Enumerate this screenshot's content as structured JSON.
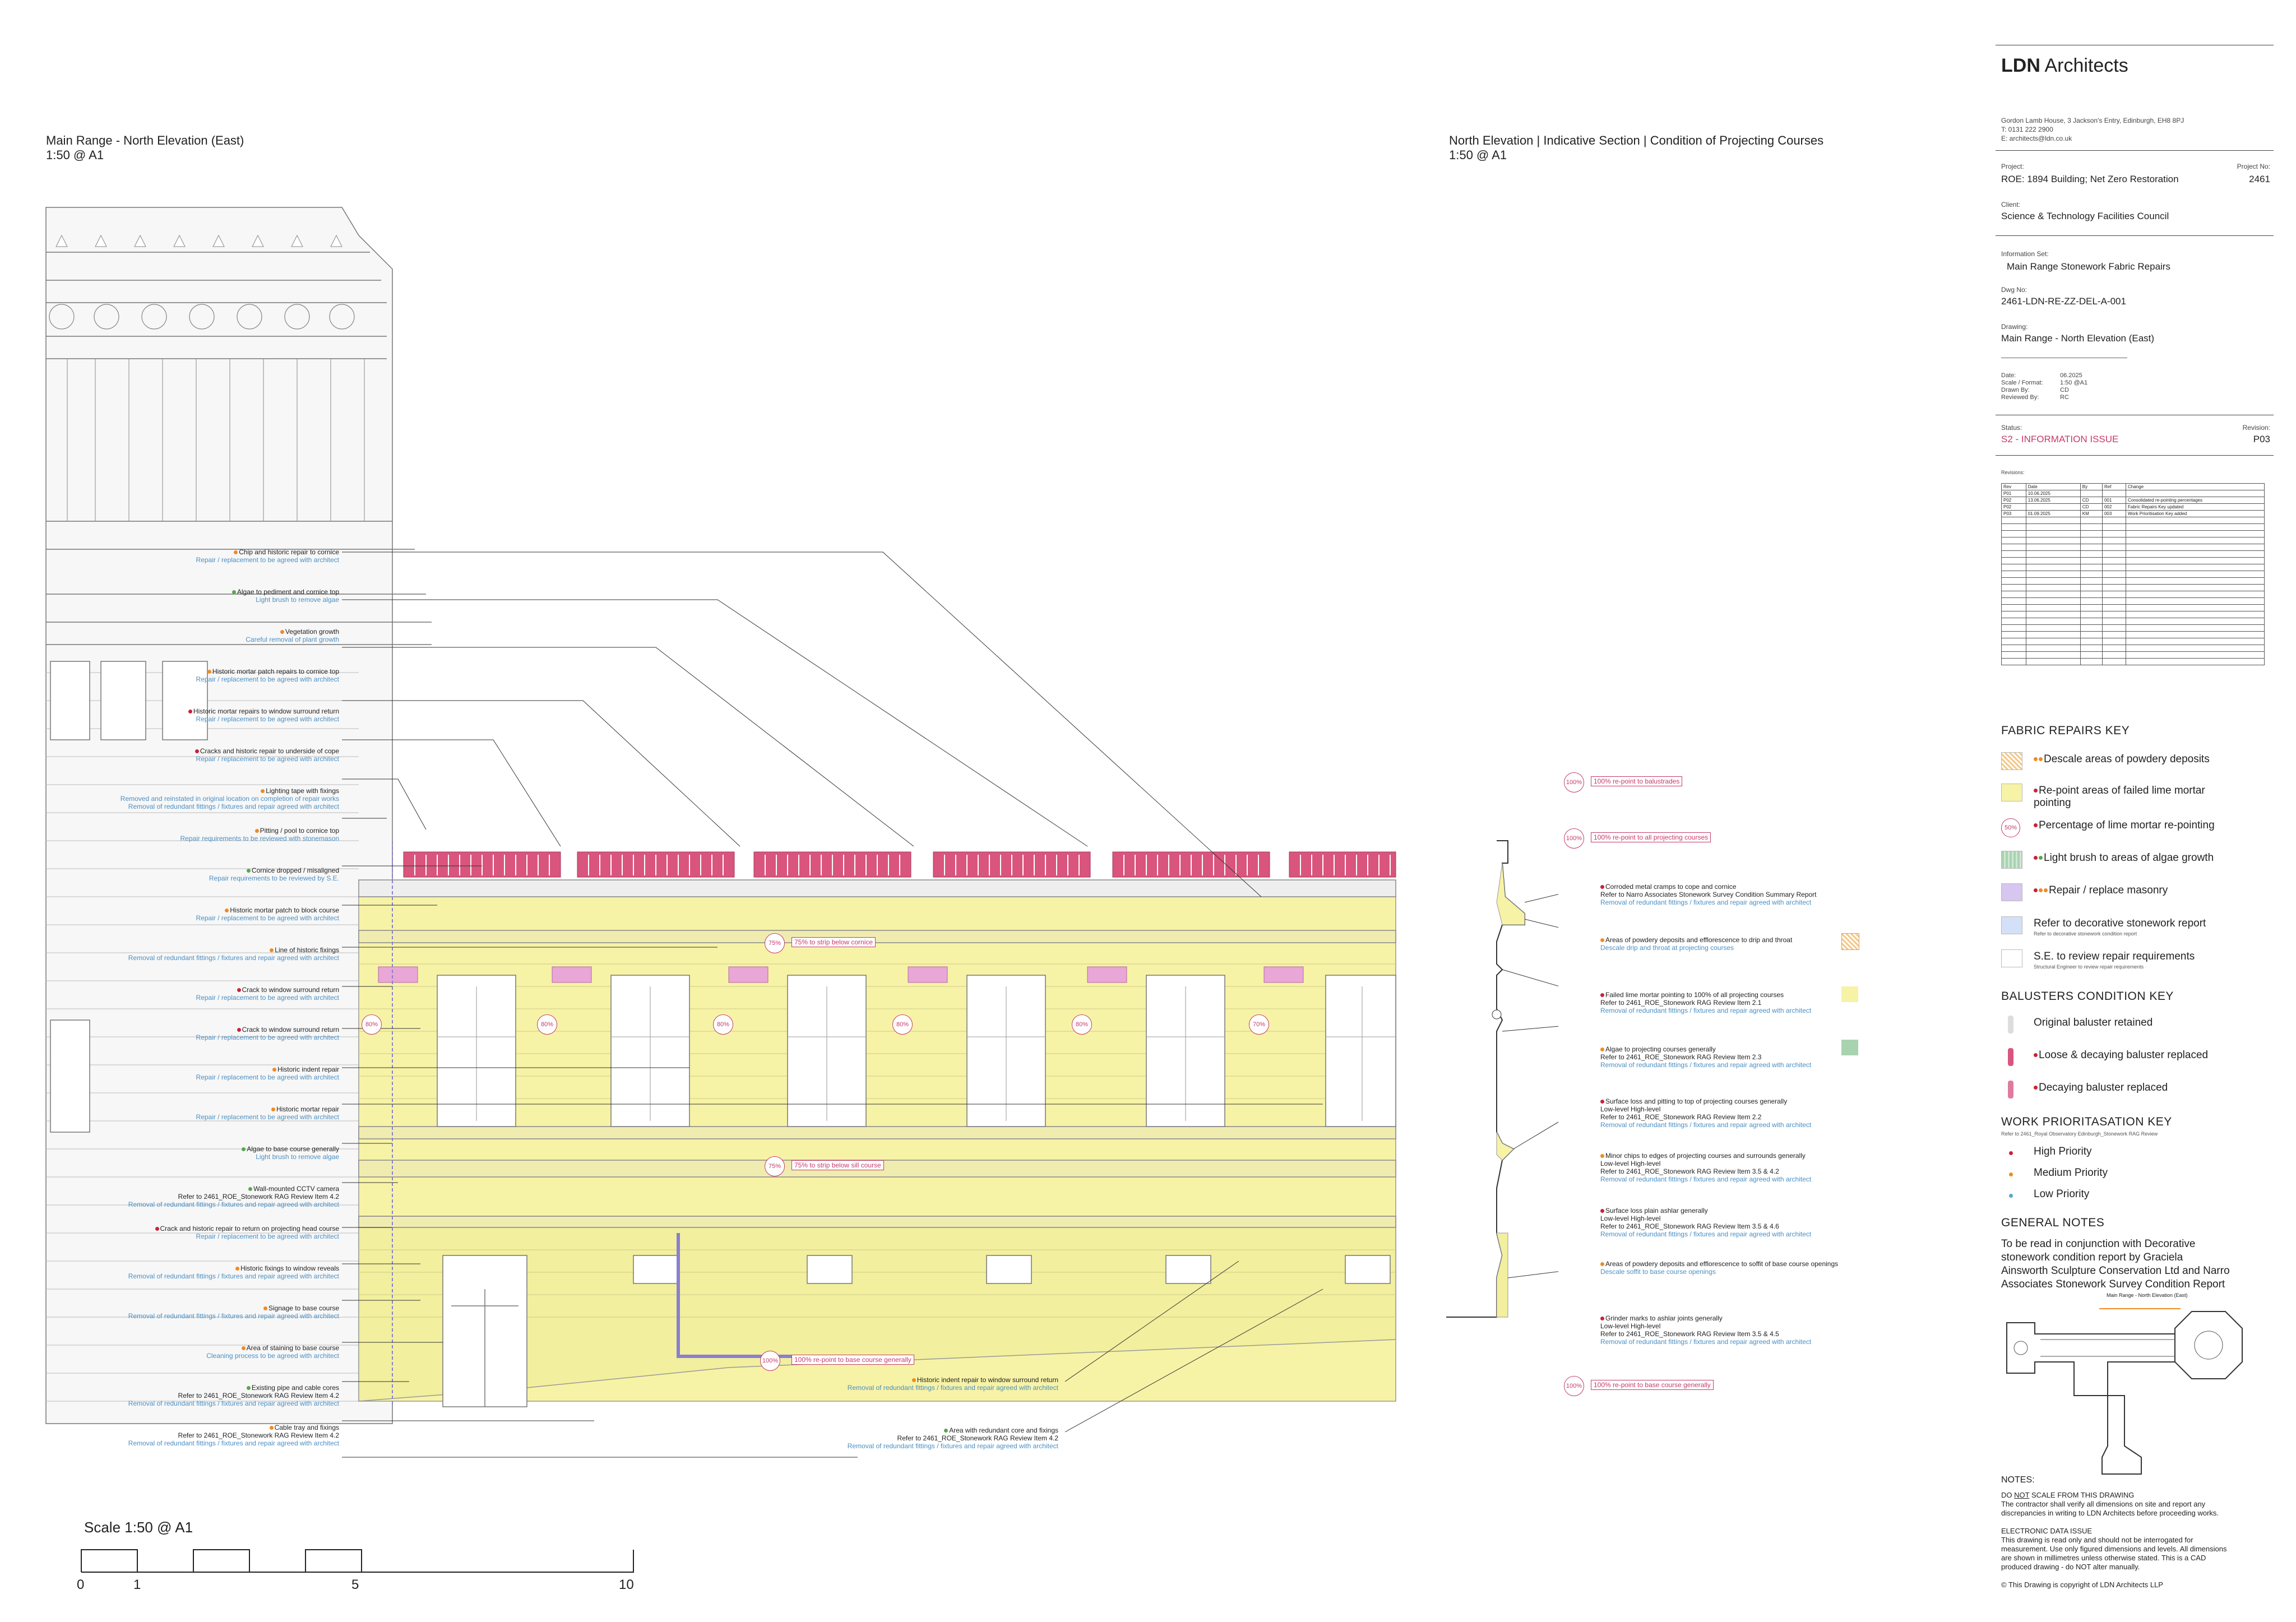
{
  "left_view": {
    "title": "Main Range - North Elevation (East)",
    "scale": "1:50 @ A1"
  },
  "right_view": {
    "title": "North Elevation | Indicative Section | Condition of Projecting Courses",
    "scale": "1:50 @ A1"
  },
  "scale_bar": {
    "label": "Scale 1:50 @ A1",
    "ticks": [
      "0",
      "1",
      "5",
      "10"
    ]
  },
  "elevation_annotations": [
    {
      "issue": "Chip and historic repair to cornice",
      "action": "Repair / replacement to be agreed with architect",
      "priority": "orange"
    },
    {
      "issue": "Algae to pediment and cornice top",
      "action": "Light brush to remove algae",
      "priority": "green"
    },
    {
      "issue": "Vegetation growth",
      "action": "Careful removal of plant growth",
      "priority": "orange"
    },
    {
      "issue": "Historic mortar patch repairs to cornice top",
      "action": "Repair / replacement to be agreed with architect",
      "priority": "orange"
    },
    {
      "issue": "Historic mortar repairs to window surround return",
      "action": "Repair / replacement to be agreed with architect",
      "priority": "red"
    },
    {
      "issue": "Cracks and historic repair to underside of cope",
      "action": "Repair / replacement to be agreed with architect",
      "priority": "red"
    },
    {
      "issue": "Lighting tape with fixings",
      "action": "Removed and reinstated in original location on completion of repair works",
      "action2": "Removal of redundant fittings / fixtures and repair agreed with architect",
      "priority": "orange"
    },
    {
      "issue": "Pitting / pool to cornice top",
      "action": "Repair requirements to be reviewed with stonemason",
      "priority": "orange"
    },
    {
      "issue": "Cornice dropped / misaligned",
      "action": "Repair requirements to be reviewed by S.E.",
      "priority": "green"
    },
    {
      "issue": "Historic mortar patch to block course",
      "action": "Repair / replacement to be agreed with architect",
      "priority": "orange"
    },
    {
      "issue": "Line of historic fixings",
      "action": "Removal of redundant fittings / fixtures and repair agreed with architect",
      "priority": "orange"
    },
    {
      "issue": "Crack to window surround return",
      "action": "Repair / replacement to be agreed with architect",
      "priority": "red"
    },
    {
      "issue": "Crack to window surround return",
      "action": "Repair / replacement to be agreed with architect",
      "priority": "red"
    },
    {
      "issue": "Historic indent repair",
      "action": "Repair / replacement to be agreed with architect",
      "priority": "orange"
    },
    {
      "issue": "Historic mortar repair",
      "action": "Repair / replacement to be agreed with architect",
      "priority": "orange"
    },
    {
      "issue": "Algae to base course generally",
      "action": "Light brush to remove algae",
      "priority": "green"
    },
    {
      "issue": "Wall-mounted CCTV camera",
      "action": "Refer to 2461_ROE_Stonework RAG Review Item 4.2",
      "action2": "Removal of redundant fittings / fixtures and repair agreed with architect",
      "priority": "green"
    },
    {
      "issue": "Crack and historic repair to return on projecting head course",
      "action": "Repair / replacement to be agreed with architect",
      "priority": "red"
    },
    {
      "issue": "Historic fixings to window reveals",
      "action": "Removal of redundant fittings / fixtures and repair agreed with architect",
      "priority": "orange"
    },
    {
      "issue": "Signage to base course",
      "action": "Removal of redundant fittings / fixtures and repair agreed with architect",
      "priority": "orange"
    },
    {
      "issue": "Area of staining to base course",
      "action": "Cleaning process to be agreed with architect",
      "priority": "orange"
    },
    {
      "issue": "Existing pipe and cable cores",
      "action": "Refer to 2461_ROE_Stonework RAG Review Item 4.2",
      "action2": "Removal of redundant fittings / fixtures and repair agreed with architect",
      "priority": "green"
    },
    {
      "issue": "Cable tray and fixings",
      "action": "Refer to 2461_ROE_Stonework RAG Review Item 4.2",
      "action2": "Removal of redundant fittings / fixtures and repair agreed with architect",
      "priority": "orange"
    }
  ],
  "bottom_annotations": [
    {
      "issue": "Historic indent repair to window surround return",
      "action": "Removal of redundant fittings / fixtures and repair agreed with architect",
      "priority": "orange"
    },
    {
      "issue": "Area with redundant core and fixings",
      "action": "Refer to 2461_ROE_Stonework RAG Review Item 4.2",
      "action2": "Removal of redundant fittings / fixtures and repair agreed with architect",
      "priority": "green"
    }
  ],
  "elevation_percent_markers": [
    {
      "pct": "75%",
      "label": "75% to strip below cornice"
    },
    {
      "pct": "75%",
      "label": "75% to strip below sill course"
    },
    {
      "pct": "100%",
      "label": "100% re-point to base course generally"
    }
  ],
  "window_percents": [
    "80%",
    "80%",
    "80%",
    "80%",
    "80%",
    "70%"
  ],
  "section_markers": [
    {
      "pct": "100%",
      "label": "100% re-point to balustrades"
    },
    {
      "pct": "100%",
      "label": "100% re-point to all projecting courses"
    },
    {
      "pct": "100%",
      "label": "100% re-point to base course generally"
    }
  ],
  "section_annotations": [
    {
      "issue": "Corroded metal cramps to cope and cornice",
      "lines": [
        "Refer to Narro Associates Stonework Survey Condition Summary Report",
        "Removal of redundant fittings / fixtures and repair agreed with architect"
      ]
    },
    {
      "issue": "Areas of powdery deposits and efflorescence to drip and throat",
      "lines": [
        "Descale drip and throat at projecting courses"
      ]
    },
    {
      "issue": "Failed lime mortar pointing to 100% of all projecting courses",
      "lines": [
        "Refer to 2461_ROE_Stonework RAG Review Item 2.1",
        "Removal of redundant fittings / fixtures and repair agreed with architect"
      ]
    },
    {
      "issue": "Algae to projecting courses generally",
      "lines": [
        "Refer to 2461_ROE_Stonework RAG Review Item 2.3",
        "Removal of redundant fittings / fixtures and repair agreed with architect"
      ]
    },
    {
      "issue": "Surface loss and pitting to top of projecting courses generally",
      "lines": [
        "Low-level  High-level",
        "Refer to 2461_ROE_Stonework RAG Review Item 2.2",
        "Removal of redundant fittings / fixtures and repair agreed with architect"
      ]
    },
    {
      "issue": "Minor chips to edges of projecting courses and surrounds generally",
      "lines": [
        "Low-level  High-level",
        "Refer to 2461_ROE_Stonework RAG Review Item 3.5 & 4.2",
        "Removal of redundant fittings / fixtures and repair agreed with architect"
      ]
    },
    {
      "issue": "Surface loss plain ashlar generally",
      "lines": [
        "Low-level  High-level",
        "Refer to 2461_ROE_Stonework RAG Review Item 3.5 & 4.6",
        "Removal of redundant fittings / fixtures and repair agreed with architect"
      ]
    },
    {
      "issue": "Areas of powdery deposits and efflorescence to soffit of base course openings",
      "lines": [
        "Descale soffit to base course openings"
      ]
    },
    {
      "issue": "Grinder marks to ashlar joints generally",
      "lines": [
        "Low-level  High-level",
        "Refer to 2461_ROE_Stonework RAG Review Item 3.5 & 4.5",
        "Removal of redundant fittings / fixtures and repair agreed with architect"
      ]
    }
  ],
  "title_block": {
    "firm": "LDN",
    "firm_suffix": " Architects",
    "address": "Gordon Lamb House, 3 Jackson's Entry, Edinburgh, EH8 8PJ",
    "tel": "T: 0131 222 2900",
    "email": "E: architects@ldn.co.uk",
    "project_label": "Project:",
    "project": "ROE: 1894 Building; Net Zero Restoration",
    "project_no_label": "Project No:",
    "project_no": "2461",
    "client_label": "Client:",
    "client": "Science & Technology Facilities Council",
    "info_set_label": "Information Set:",
    "info_set": "Main Range Stonework Fabric Repairs",
    "dwg_no_label": "Dwg No:",
    "dwg_no": "2461-LDN-RE-ZZ-DEL-A-001",
    "drawing_label": "Drawing:",
    "drawing": "Main Range - North Elevation (East)",
    "meta": [
      {
        "k": "Date:",
        "v": "06.2025"
      },
      {
        "k": "Scale / Format:",
        "v": "1:50 @A1"
      },
      {
        "k": "Drawn By:",
        "v": "CD"
      },
      {
        "k": "Reviewed By:",
        "v": "RC"
      }
    ],
    "status_label": "Status:",
    "status": "S2 - INFORMATION ISSUE",
    "revision_label": "Revision:",
    "revision": "P03",
    "revisions_label": "Revisions:",
    "revisions_header": [
      "Rev",
      "Date",
      "By",
      "Ref",
      "Change"
    ],
    "revisions": [
      [
        "P01",
        "10.06.2025",
        "",
        "",
        ""
      ],
      [
        "P02",
        "13.06.2025",
        "CD",
        "001",
        "Consolidated re-pointing percentages"
      ],
      [
        "P02",
        "",
        "CD",
        "002",
        "Fabric Repairs Key updated"
      ],
      [
        "P03",
        "01.09.2025",
        "KM",
        "003",
        "Work Prioritisation Key added"
      ]
    ]
  },
  "fabric_repairs_key": {
    "heading": "FABRIC REPAIRS KEY",
    "items": [
      {
        "text": "Descale areas of powdery deposits",
        "dots": [
          "orange",
          "orange"
        ]
      },
      {
        "text": "Re-point areas of failed lime mortar",
        "text2": "pointing",
        "dots": [
          "red"
        ]
      },
      {
        "text": "Percentage of lime mortar re-pointing",
        "dots": [
          "red"
        ],
        "circle_label": "50%"
      },
      {
        "text": "Light brush to areas of algae growth",
        "dots": [
          "red",
          "green"
        ]
      },
      {
        "text": "Repair / replace masonry",
        "dots": [
          "red",
          "orange",
          "orange"
        ]
      },
      {
        "text": "Refer to decorative stonework report",
        "sub": "Refer to decorative stonework condition report",
        "dots": []
      },
      {
        "text": "S.E. to review repair requirements",
        "sub": "Structural Engineer to review repair requirements",
        "dots": []
      }
    ]
  },
  "balusters_key": {
    "heading": "BALUSTERS CONDITION KEY",
    "items": [
      {
        "text": "Original baluster retained",
        "dots": []
      },
      {
        "text": "Loose & decaying baluster replaced",
        "dots": [
          "red"
        ]
      },
      {
        "text": "Decaying baluster replaced",
        "dots": [
          "red"
        ]
      }
    ]
  },
  "work_key": {
    "heading": "WORK PRIORITASATION KEY",
    "sub": "Refer to 2461_Royal Observatory Edinburgh_Stonework RAG Review",
    "items": [
      {
        "text": "High Priority",
        "color": "#c8233b"
      },
      {
        "text": "Medium Priority",
        "color": "#f08a24"
      },
      {
        "text": "Low Priority",
        "color": "#5aa6c8"
      }
    ]
  },
  "general_notes": {
    "heading": "GENERAL NOTES",
    "lines": [
      "To be read in conjunction with Decorative",
      "stonework condition report by Graciela",
      "Ainsworth Sculpture Conservation Ltd and Narro",
      "Associates Stonework Survey Condition Report"
    ],
    "plan_label": "Main Range - North Elevation (East)"
  },
  "notes": {
    "heading": "NOTES:",
    "p1_a": "DO ",
    "p1_not": "NOT",
    "p1_b": " SCALE FROM THIS DRAWING",
    "p1_lines": [
      "The contractor shall verify all dimensions on site and report any",
      "discrepancies in writing to LDN Architects before proceeding works."
    ],
    "p2_heading": "ELECTRONIC DATA ISSUE",
    "p2_lines": [
      "This drawing is read only and should not be interrogated for",
      "measurement. Use only figured dimensions and levels. All dimensions",
      "are shown in millimetres unless otherwise stated. This is a CAD",
      "produced drawing - do NOT alter manually."
    ],
    "copyright": "© This Drawing is copyright of LDN Architects LLP"
  },
  "colors": {
    "repoint_yellow": "#f7f3a6",
    "baluster_pink": "#d9557d",
    "label_pink": "#c63a6a",
    "action_blue": "#4a8fc4",
    "status_pink": "#c63a6a"
  }
}
